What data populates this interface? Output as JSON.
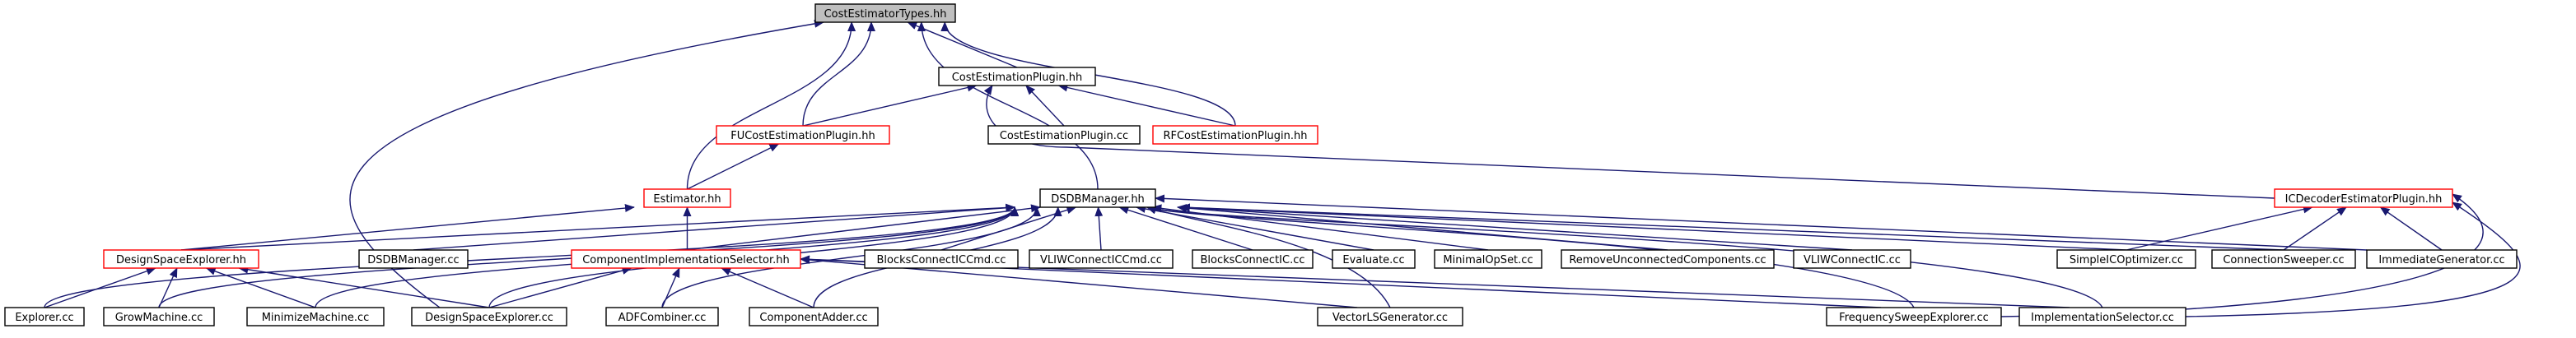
{
  "diagram": {
    "colors": {
      "edge": "#191970",
      "node_border_default": "#000000",
      "node_border_incomplete": "#ff0000",
      "node_fill_default": "#ffffff",
      "node_fill_root": "#bfbfbf"
    },
    "nodes": [
      {
        "id": "root",
        "label": "CostEstimatorTypes.hh",
        "style": "root"
      },
      {
        "id": "cep_hh",
        "label": "CostEstimationPlugin.hh",
        "style": "default"
      },
      {
        "id": "fucep",
        "label": "FUCostEstimationPlugin.hh",
        "style": "incomplete"
      },
      {
        "id": "cep_cc",
        "label": "CostEstimationPlugin.cc",
        "style": "default"
      },
      {
        "id": "rfcep",
        "label": "RFCostEstimationPlugin.hh",
        "style": "incomplete"
      },
      {
        "id": "estimator",
        "label": "Estimator.hh",
        "style": "incomplete"
      },
      {
        "id": "dsdb",
        "label": "DSDBManager.hh",
        "style": "default"
      },
      {
        "id": "icdec",
        "label": "ICDecoderEstimatorPlugin.hh",
        "style": "incomplete"
      },
      {
        "id": "dse_hh",
        "label": "DesignSpaceExplorer.hh",
        "style": "incomplete"
      },
      {
        "id": "dsdb_cc",
        "label": "DSDBManager.cc",
        "style": "default"
      },
      {
        "id": "cis",
        "label": "ComponentImplementationSelector.hh",
        "style": "incomplete"
      },
      {
        "id": "bcicc",
        "label": "BlocksConnectICCmd.cc",
        "style": "default"
      },
      {
        "id": "vliwcicc",
        "label": "VLIWConnectICCmd.cc",
        "style": "default"
      },
      {
        "id": "bcic",
        "label": "BlocksConnectIC.cc",
        "style": "default"
      },
      {
        "id": "evaluate",
        "label": "Evaluate.cc",
        "style": "default"
      },
      {
        "id": "minops",
        "label": "MinimalOpSet.cc",
        "style": "default"
      },
      {
        "id": "ruc",
        "label": "RemoveUnconnectedComponents.cc",
        "style": "default"
      },
      {
        "id": "vliwcic",
        "label": "VLIWConnectIC.cc",
        "style": "default"
      },
      {
        "id": "simpleic",
        "label": "SimpleICOptimizer.cc",
        "style": "default"
      },
      {
        "id": "connsweep",
        "label": "ConnectionSweeper.cc",
        "style": "default"
      },
      {
        "id": "immgen",
        "label": "ImmediateGenerator.cc",
        "style": "default"
      },
      {
        "id": "explorer",
        "label": "Explorer.cc",
        "style": "default"
      },
      {
        "id": "growm",
        "label": "GrowMachine.cc",
        "style": "default"
      },
      {
        "id": "minm",
        "label": "MinimizeMachine.cc",
        "style": "default"
      },
      {
        "id": "dse_cc",
        "label": "DesignSpaceExplorer.cc",
        "style": "default"
      },
      {
        "id": "adf",
        "label": "ADFCombiner.cc",
        "style": "default"
      },
      {
        "id": "compadd",
        "label": "ComponentAdder.cc",
        "style": "default"
      },
      {
        "id": "vecls",
        "label": "VectorLSGenerator.cc",
        "style": "default"
      },
      {
        "id": "fse",
        "label": "FrequencySweepExplorer.cc",
        "style": "default"
      },
      {
        "id": "implsel",
        "label": "ImplementationSelector.cc",
        "style": "default"
      }
    ],
    "edges": [
      {
        "from": "cep_hh",
        "to": "root"
      },
      {
        "from": "fucep",
        "to": "root"
      },
      {
        "from": "rfcep",
        "to": "root"
      },
      {
        "from": "estimator",
        "to": "root"
      },
      {
        "from": "dsdb",
        "to": "root"
      },
      {
        "from": "dse_cc",
        "to": "root"
      },
      {
        "from": "fucep",
        "to": "cep_hh"
      },
      {
        "from": "cep_cc",
        "to": "cep_hh"
      },
      {
        "from": "rfcep",
        "to": "cep_hh"
      },
      {
        "from": "icdec",
        "to": "cep_hh"
      },
      {
        "from": "estimator",
        "to": "fucep"
      },
      {
        "from": "dse_hh",
        "to": "estimator"
      },
      {
        "from": "cis",
        "to": "estimator"
      },
      {
        "from": "dse_hh",
        "to": "dsdb"
      },
      {
        "from": "dsdb_cc",
        "to": "dsdb"
      },
      {
        "from": "cis",
        "to": "dsdb"
      },
      {
        "from": "bcicc",
        "to": "dsdb"
      },
      {
        "from": "vliwcicc",
        "to": "dsdb"
      },
      {
        "from": "bcic",
        "to": "dsdb"
      },
      {
        "from": "evaluate",
        "to": "dsdb"
      },
      {
        "from": "minops",
        "to": "dsdb"
      },
      {
        "from": "ruc",
        "to": "dsdb"
      },
      {
        "from": "vliwcic",
        "to": "dsdb"
      },
      {
        "from": "simpleic",
        "to": "dsdb"
      },
      {
        "from": "connsweep",
        "to": "dsdb"
      },
      {
        "from": "immgen",
        "to": "dsdb"
      },
      {
        "from": "explorer",
        "to": "dsdb"
      },
      {
        "from": "growm",
        "to": "dsdb"
      },
      {
        "from": "minm",
        "to": "dsdb"
      },
      {
        "from": "dse_cc",
        "to": "dsdb"
      },
      {
        "from": "adf",
        "to": "dsdb"
      },
      {
        "from": "compadd",
        "to": "dsdb"
      },
      {
        "from": "vecls",
        "to": "dsdb"
      },
      {
        "from": "fse",
        "to": "dsdb"
      },
      {
        "from": "implsel",
        "to": "dsdb"
      },
      {
        "from": "simpleic",
        "to": "icdec"
      },
      {
        "from": "connsweep",
        "to": "icdec"
      },
      {
        "from": "immgen",
        "to": "icdec"
      },
      {
        "from": "fse",
        "to": "icdec"
      },
      {
        "from": "implsel",
        "to": "icdec"
      },
      {
        "from": "explorer",
        "to": "dse_hh"
      },
      {
        "from": "growm",
        "to": "dse_hh"
      },
      {
        "from": "minm",
        "to": "dse_hh"
      },
      {
        "from": "dse_cc",
        "to": "dse_hh"
      },
      {
        "from": "dse_cc",
        "to": "cis"
      },
      {
        "from": "adf",
        "to": "cis"
      },
      {
        "from": "compadd",
        "to": "cis"
      },
      {
        "from": "vecls",
        "to": "cis"
      },
      {
        "from": "fse",
        "to": "cis"
      },
      {
        "from": "implsel",
        "to": "cis"
      }
    ]
  }
}
